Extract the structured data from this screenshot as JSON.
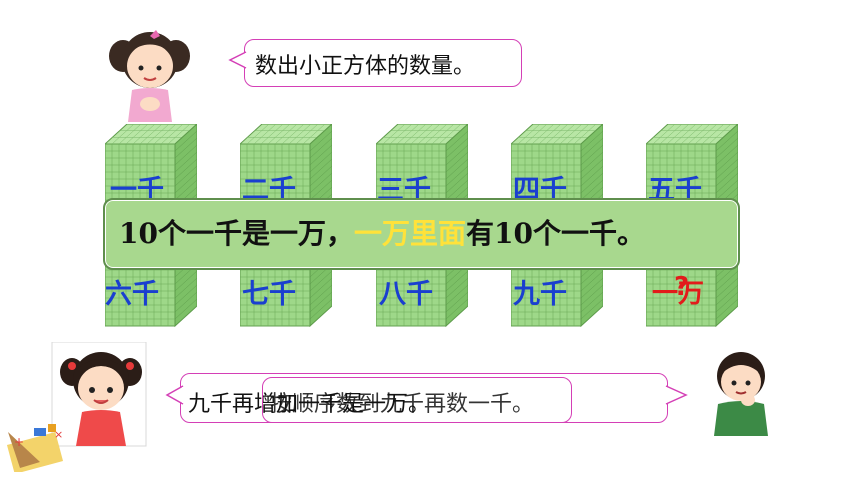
{
  "top_bubble": {
    "text": "数出小正方体的数量。"
  },
  "blocks": [
    {
      "top_label": "一千",
      "bottom_label": "六千"
    },
    {
      "top_label": "二千",
      "bottom_label": "七千"
    },
    {
      "top_label": "三千",
      "bottom_label": "八千"
    },
    {
      "top_label": "四千",
      "bottom_label": "九千"
    },
    {
      "top_label": "五千",
      "bottom_label": "一万"
    }
  ],
  "question_mark": "?",
  "banner": {
    "part1": "10个一千是一万，",
    "highlight": "一万里面",
    "part2": "有10个一千。"
  },
  "bottom_bubble": {
    "text_back": "九千再增加一千是一万。",
    "text_front": "按顺序数到九千再数一千。"
  },
  "colors": {
    "label_blue": "#1a3fd0",
    "label_red": "#e21b1b",
    "highlight": "#ffe23a",
    "bubble_border": "#d43fb6",
    "block_green": "#8fd07a"
  }
}
